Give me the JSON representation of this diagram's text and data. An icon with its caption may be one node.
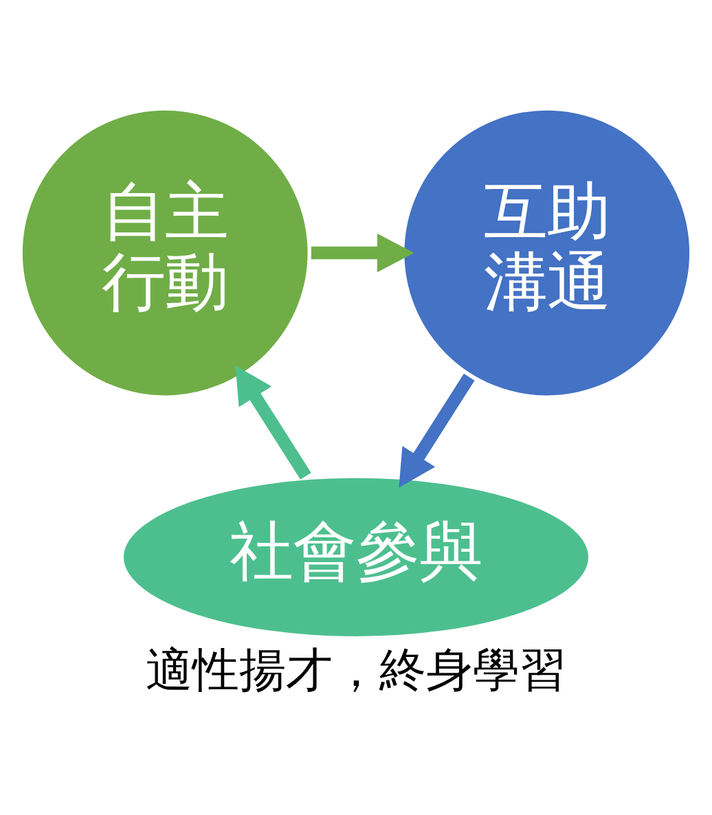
{
  "diagram": {
    "caption": "適性揚才，終身學習",
    "nodes": [
      {
        "text": [
          "自主行動"
        ]
      },
      {
        "text": [
          "互助溝通"
        ]
      },
      {
        "text": [
          "社會參與"
        ]
      }
    ],
    "edges": [
      {
        "from": 0,
        "to": 1,
        "arrow": "to",
        "color": "#70ad47"
      },
      {
        "from": 1,
        "to": 2,
        "arrow": "to",
        "color": "#4472c4"
      },
      {
        "from": 2,
        "to": 0,
        "arrow": "to",
        "color": "#4dbf8f"
      }
    ]
  }
}
